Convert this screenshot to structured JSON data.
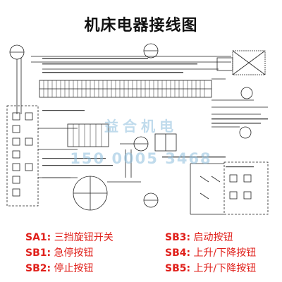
{
  "title": "机床电器接线图",
  "watermark": {
    "brand": "益合机电",
    "phone": "150 0005 3468"
  },
  "legend": [
    {
      "code": "SA1:",
      "desc": "三挡旋钮开关"
    },
    {
      "code": "SB1:",
      "desc": "急停按钮"
    },
    {
      "code": "SB2:",
      "desc": "停止按钮"
    },
    {
      "code": "SB3:",
      "desc": "启动按钮"
    },
    {
      "code": "SB4:",
      "desc": "上升/下降按钮"
    },
    {
      "code": "SB5:",
      "desc": "上升/下降按钮"
    }
  ],
  "colors": {
    "legend_text": "#e0201b",
    "line": "#222222",
    "watermark": "#8cbedc"
  },
  "icons": [
    "motor-icon",
    "connector-strip-icon",
    "relay-icon",
    "switch-icon"
  ]
}
